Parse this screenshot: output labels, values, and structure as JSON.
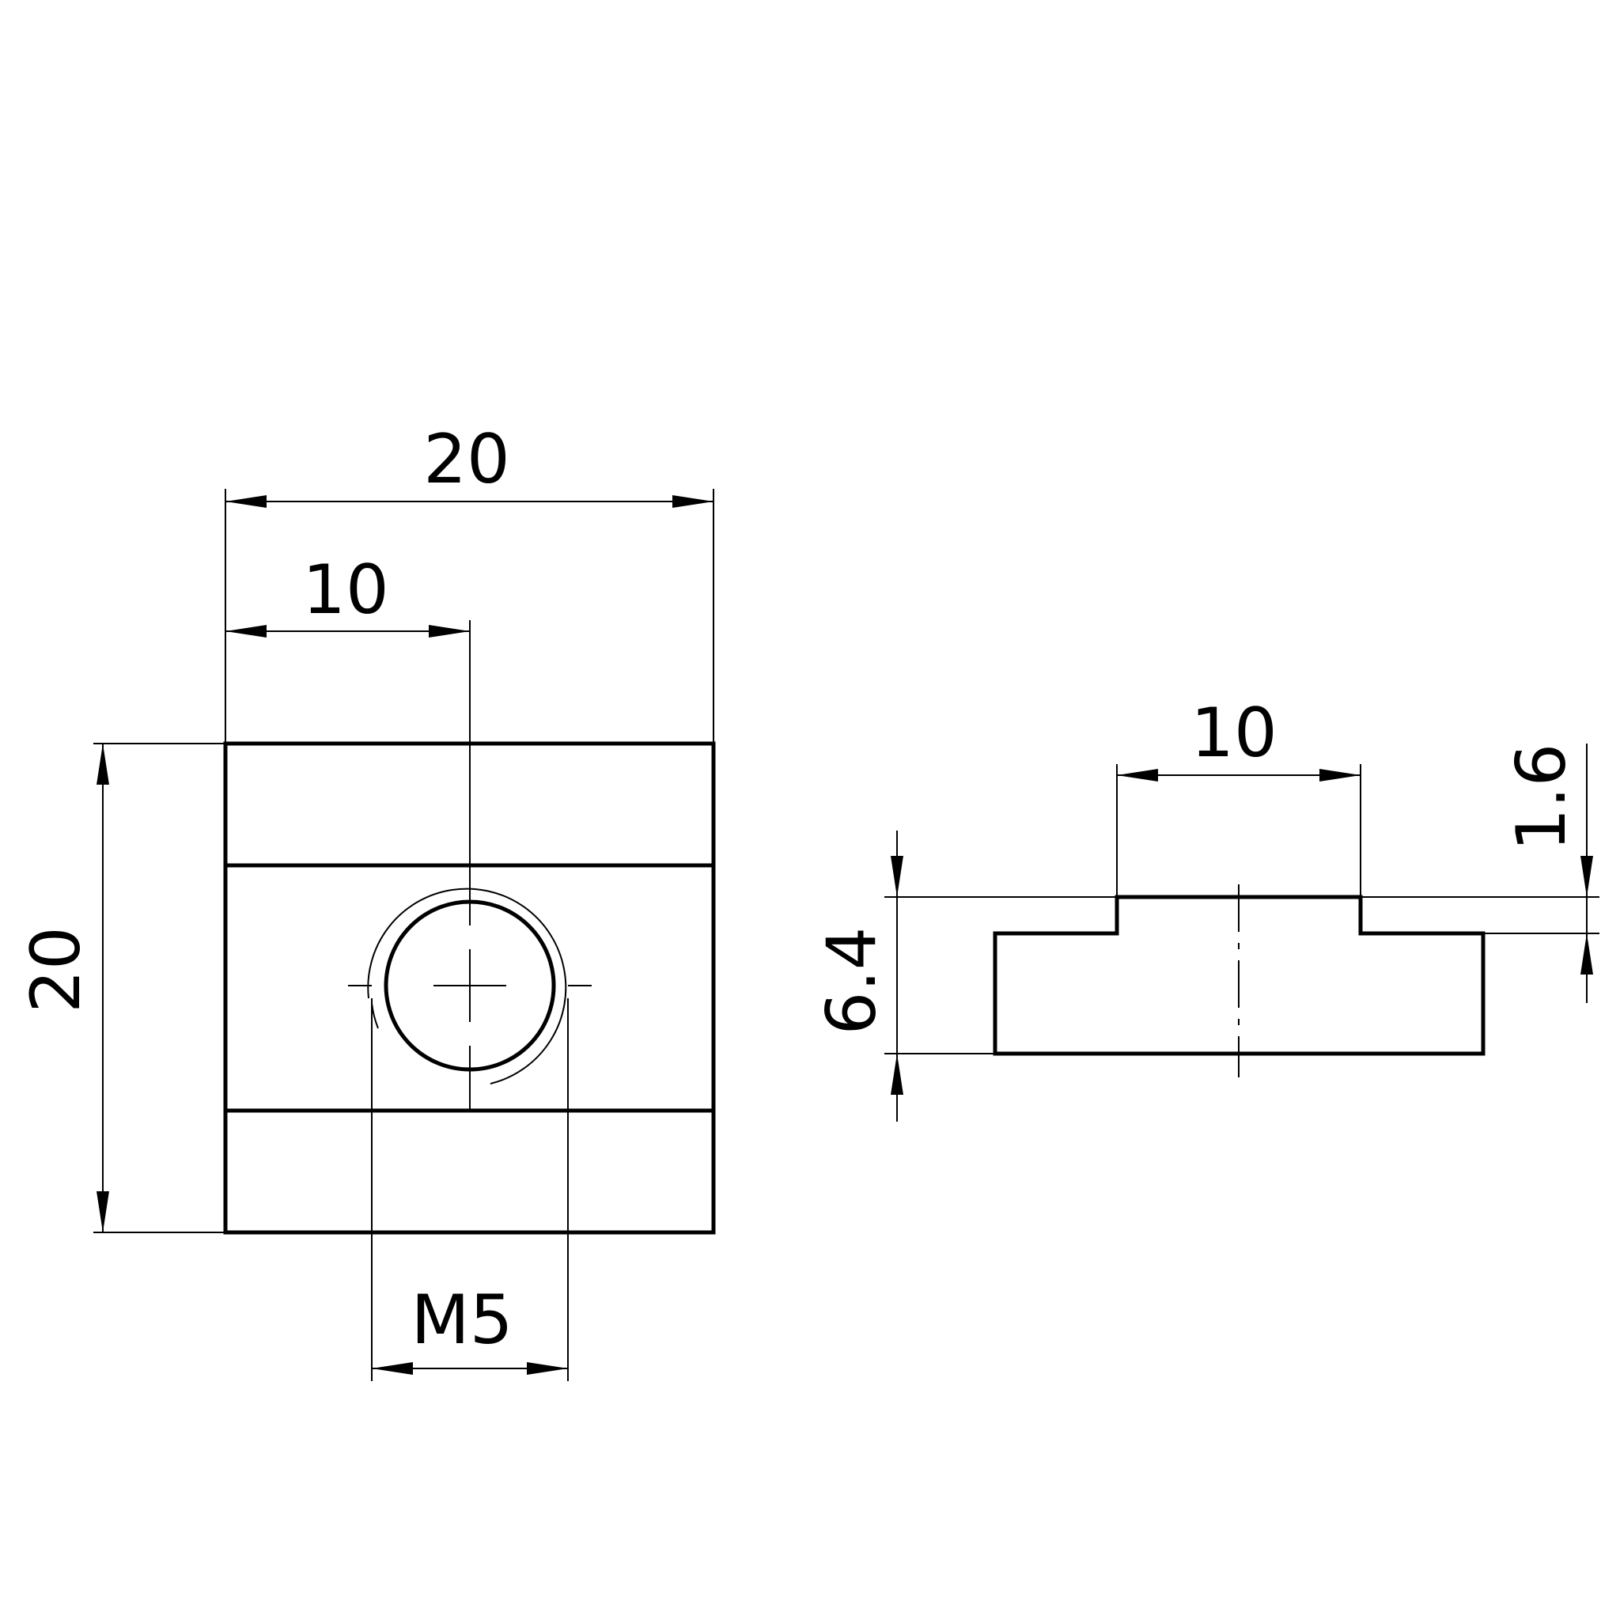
{
  "drawing": {
    "front_view": {
      "width_dim": "20",
      "hole_offset_dim": "10",
      "height_dim": "20",
      "thread_dim": "M5"
    },
    "side_view": {
      "tongue_width_dim": "10",
      "height_dim": "6.4",
      "step_dim": "1.6"
    },
    "line_color": "#000000",
    "background_color": "#ffffff"
  }
}
